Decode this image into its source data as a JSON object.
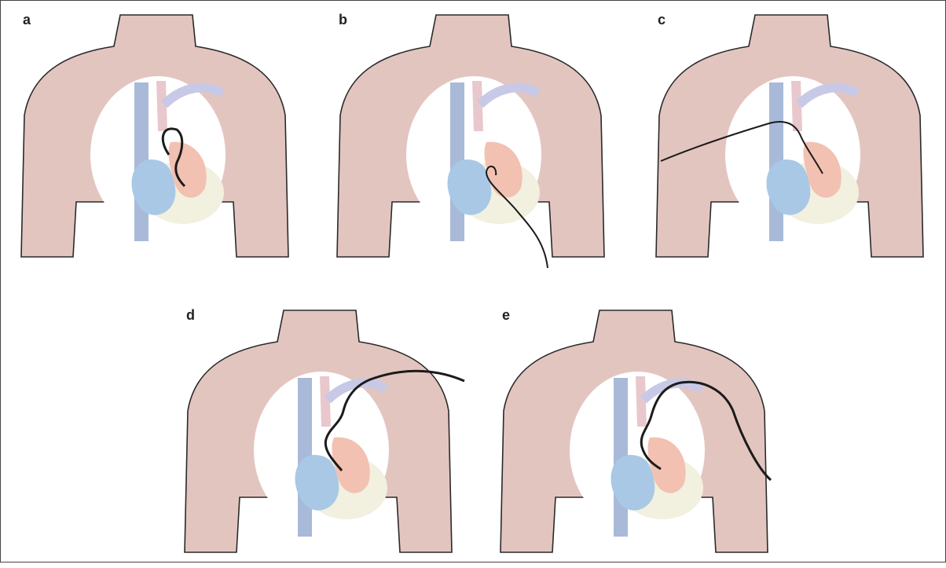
{
  "panels": [
    {
      "id": "a",
      "label": "a"
    },
    {
      "id": "b",
      "label": "b"
    },
    {
      "id": "c",
      "label": "c"
    },
    {
      "id": "d",
      "label": "d"
    },
    {
      "id": "e",
      "label": "e"
    }
  ],
  "colors": {
    "skin": "#e3c5c0",
    "skin_outline": "#2a2a2a",
    "window": "#ffffff",
    "vein": "#a9b9d8",
    "artery": "#e8c8cc",
    "right_heart": "#a9c8e6",
    "left_heart": "#f2c1b1",
    "pericardium": "#f2f0df",
    "lead": "#1b1b1b"
  }
}
